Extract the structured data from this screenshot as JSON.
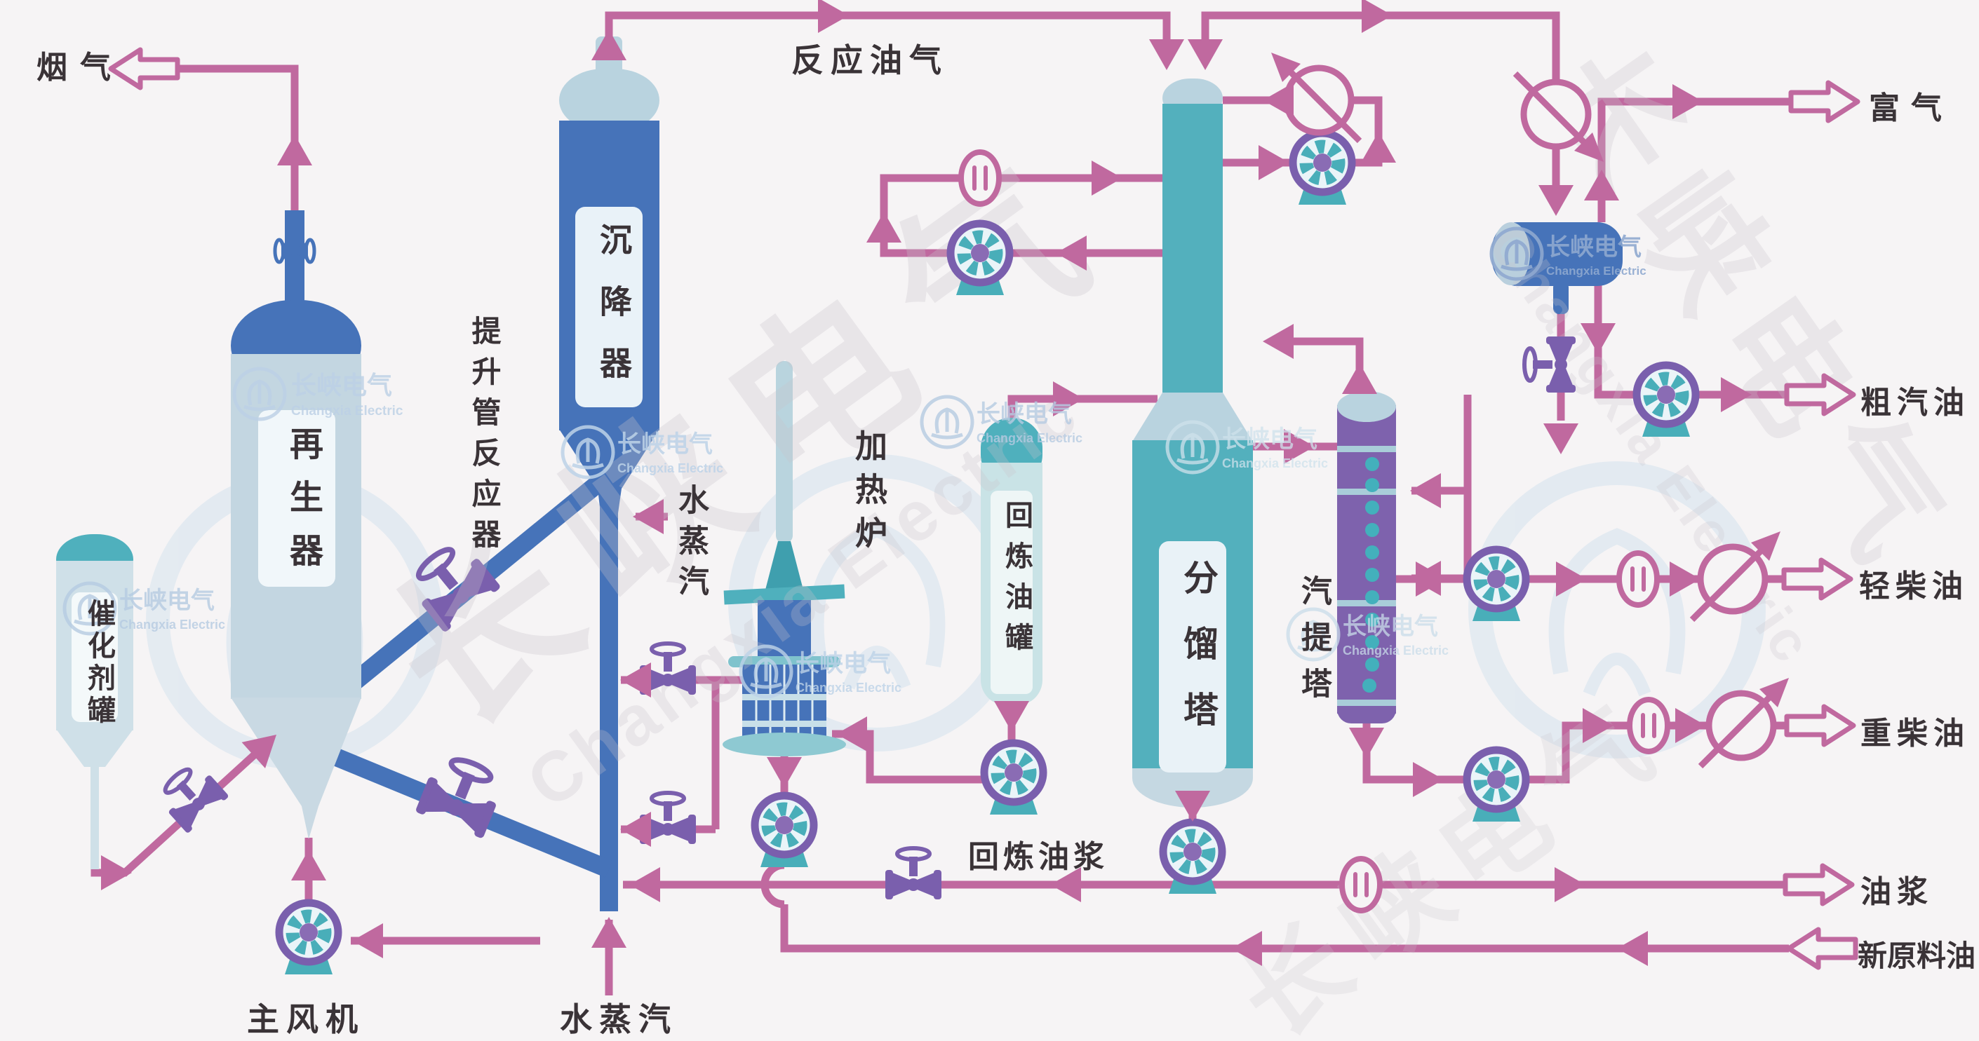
{
  "diagram": {
    "type": "process-flow-diagram",
    "subject": "catalytic-cracking-unit"
  },
  "equipment": {
    "catalyst_tank": "催化剂罐",
    "regenerator": "再生器",
    "riser_reactor": "提升管反应器",
    "settler": "沉降器",
    "heater": "加热炉",
    "recycle_tank": "回炼油罐",
    "fractionator": "分馏塔",
    "stripper": "汽提塔",
    "main_blower": "主风机"
  },
  "streams": {
    "flue_gas": "烟气",
    "reaction_oil_gas": "反应油气",
    "rich_gas": "富气",
    "crude_gasoline": "粗汽油",
    "light_diesel": "轻柴油",
    "heavy_diesel": "重柴油",
    "oil_slurry": "油浆",
    "fresh_feed": "新原料油",
    "recycle_slurry": "回炼油浆",
    "steam_bottom": "水蒸汽",
    "steam_settler": "水蒸汽"
  },
  "watermark": {
    "zh": "长峡电气",
    "en": "Changxia Electric"
  },
  "colors": {
    "background": "#f6f4f5",
    "pipe_pink": "#c0699f",
    "pipe_blue": "#4673b9",
    "vessel_teal": "#53b0bd",
    "vessel_light": "#c3d6e1",
    "purple": "#7a5fad",
    "text_dark": "#3a3337"
  }
}
